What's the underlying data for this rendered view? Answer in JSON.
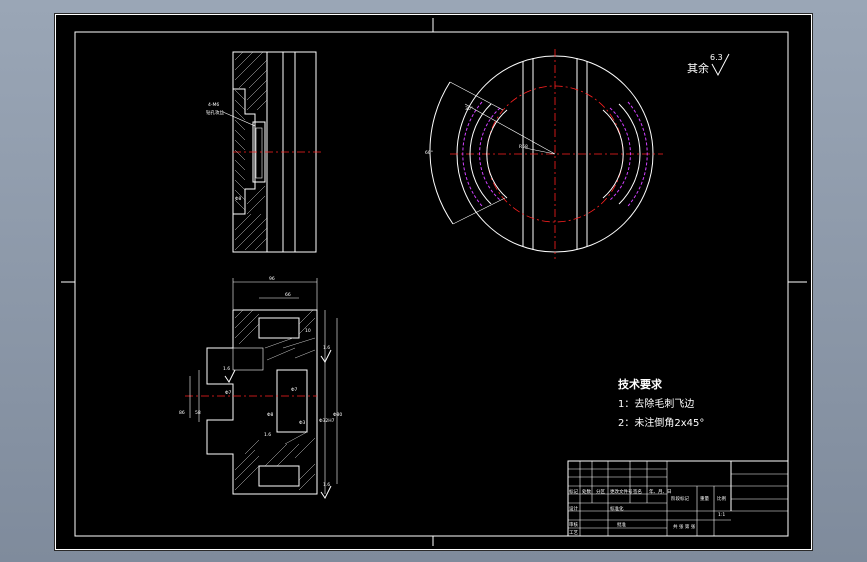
{
  "drawing": {
    "surface_roughness": {
      "label": "其余",
      "value": "6.3"
    },
    "technical_requirements": {
      "title": "技术要求",
      "items": [
        "1：去除毛刺飞边",
        "2：未注倒角2x45°"
      ]
    },
    "top_view_labels": {
      "note": "4-M6",
      "note2": "钻孔攻丝",
      "dim_b": "Φ8"
    },
    "plate_labels": {
      "radius": "R58",
      "angle": "60°",
      "angle2": "30°"
    },
    "section_labels": {
      "width_top": "96",
      "width_inner": "66",
      "dim_10": "10",
      "dim_phi1": "Φ7",
      "dim_phi2": "Φ7",
      "dim_s1": "Φ8",
      "dim_s2": "Φ3",
      "dim_16": "1.6",
      "dim_h1": "86",
      "dim_h2": "58",
      "dim_bore": "Φ32H7",
      "dim_od": "Φ80",
      "rough1": "1.6",
      "rough2": "1.6",
      "rough3": "1.6"
    },
    "title_block": {
      "row_a": [
        "标记",
        "处数",
        "分区",
        "更改文件号",
        "签名",
        "年、月、日"
      ],
      "c1": "设计",
      "c2": "标准化",
      "c3": "审核",
      "c4": "工艺",
      "c5": "批准",
      "stage": "阶段标记",
      "weight": "重量",
      "scale": "比例",
      "scale_val": "1:1",
      "sheet": "共 张 第 张"
    }
  },
  "colors": {
    "background": "#000000",
    "line": "#ffffff",
    "center_line": "#ff2020",
    "hidden_line": "#d040ff",
    "window": "#8c98a8"
  }
}
